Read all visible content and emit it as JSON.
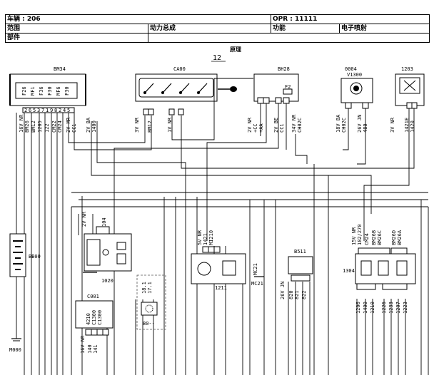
{
  "header": {
    "vehicle": "车辆 : 206",
    "opr": "OPR : 11111",
    "scope_label": "范围",
    "scope_value": "动力总成",
    "function_label": "功能",
    "function_value": "电子喷射",
    "part_label": "部件"
  },
  "diagram": {
    "caption": "原理",
    "page_number": "12",
    "components": {
      "bm34": "BM34",
      "ca00": "CA00",
      "bh28": "BH28",
      "v1300_code": "0004",
      "v1300": "V1300",
      "c1203": "1203",
      "bb00": "BB00",
      "c1020": "1020",
      "c1211": "1211",
      "mc21": "MC21",
      "b511": "B511",
      "c1304": "1304",
      "c0001": "C001",
      "c80": "80--",
      "m000": "M000"
    },
    "pin_labels": {
      "bm34_fuses": [
        "F26",
        "MF1",
        "F36",
        "F30",
        "MF6",
        "F30"
      ],
      "bm34_pins": [
        "2",
        "6",
        "5",
        "3",
        "7",
        "1",
        "9",
        "8",
        "2",
        "4",
        "5"
      ],
      "bm34_wires": [
        "16V NR",
        "BM26",
        "BM12",
        "1205",
        "122",
        "CM22",
        "CM24",
        "2V MR",
        "CC1",
        "2V BA",
        "1400"
      ],
      "ca00_wires": [
        "3V NR",
        "BM12",
        "1V NR"
      ],
      "bh28_wires": [
        "2V NR",
        "+CC",
        "+AA",
        "2V BE",
        "CC1",
        "34V NR",
        "CH02C"
      ],
      "v1300_wires": [
        "18V BA",
        "CH02C",
        "26V JN",
        "480"
      ],
      "c1203_wires": [
        "3V NR",
        "1421E",
        "1420"
      ],
      "c1211_wires": [
        "5V NR",
        "1421",
        "MI210"
      ],
      "b511_wires": [
        "26V JN",
        "820",
        "821",
        "822"
      ],
      "c1304_top": [
        "15V NR",
        "182/270",
        "CM24",
        "BM26B",
        "BM26C",
        "BM26D",
        "BM26A"
      ],
      "c1304_bottom": [
        "1206",
        "1400",
        "1210",
        "1226",
        "1233",
        "1207",
        "1223"
      ],
      "c0001_wires": [
        "16V NR",
        "4210",
        "140",
        "141"
      ],
      "c1020_wires": [
        "2V NR",
        "104"
      ],
      "c80_wires": [
        "18.1",
        "17.1"
      ]
    }
  }
}
